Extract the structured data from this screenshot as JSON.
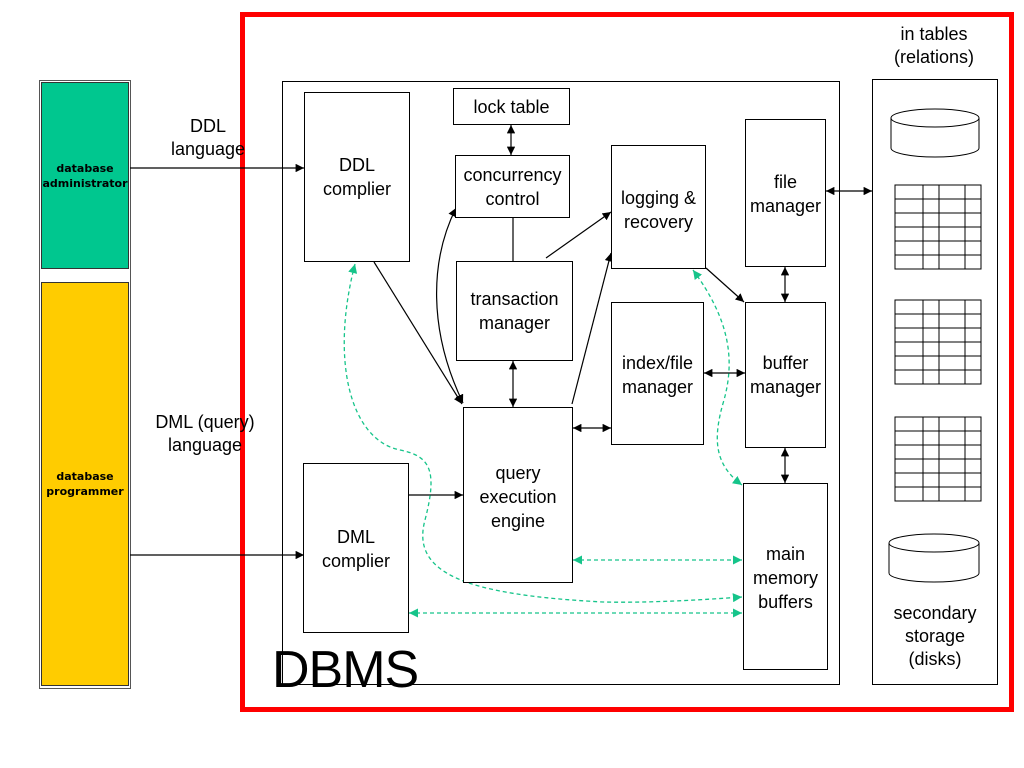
{
  "colors": {
    "admin_fill": "#00c78f",
    "programmer_fill": "#ffcc00",
    "frame_red": "#ff0000",
    "green_arrow": "#16c48a"
  },
  "actors": {
    "admin": "database\nadministrator",
    "programmer": "database\nprogrammer"
  },
  "labels": {
    "ddl_language": "DDL\nlanguage",
    "dml_language": "DML (query)\nlanguage",
    "dbms": "DBMS",
    "in_tables": "in tables\n(relations)",
    "secondary_storage": "secondary\nstorage\n(disks)"
  },
  "components": {
    "ddl_compiler": "DDL\ncomplier",
    "lock_table": "lock table",
    "concurrency_control": "concurrency\ncontrol",
    "logging_recovery": "logging &\nrecovery",
    "file_manager": "file\nmanager",
    "transaction_manager": "transaction\nmanager",
    "index_file_manager": "index/file\nmanager",
    "buffer_manager": "buffer\nmanager",
    "query_execution_engine": "query\nexecution\nengine",
    "dml_compiler": "DML\ncomplier",
    "main_memory_buffers": "main\nmemory\nbuffers"
  },
  "storage_icons": [
    "cylinder-icon",
    "table-icon",
    "table-icon",
    "table-icon",
    "cylinder-icon"
  ]
}
